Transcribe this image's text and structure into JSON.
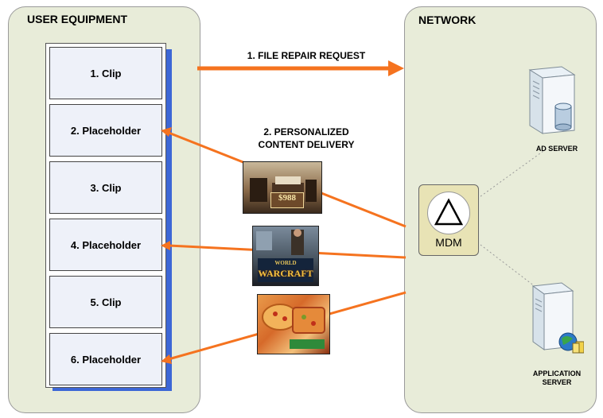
{
  "user_equipment": {
    "title": "USER EQUIPMENT",
    "cells": [
      "1. Clip",
      "2. Placeholder",
      "3. Clip",
      "4. Placeholder",
      "5. Clip",
      "6. Placeholder"
    ]
  },
  "network": {
    "title": "NETWORK",
    "mdm_label": "MDM",
    "ad_server_label": "AD SERVER",
    "app_server_label_1": "APPLICATION",
    "app_server_label_2": "SERVER"
  },
  "arrows": {
    "step1": "1. FILE REPAIR REQUEST",
    "step2_line1": "2. PERSONALIZED",
    "step2_line2": "CONTENT DELIVERY"
  },
  "ads": {
    "furniture_price": "$988",
    "game_title_1": "WORLD",
    "game_title_2": "WARCRAFT"
  },
  "colors": {
    "arrow": "#f5731f",
    "panel": "#e8ecd9",
    "stack_shadow": "#3d67d6"
  }
}
